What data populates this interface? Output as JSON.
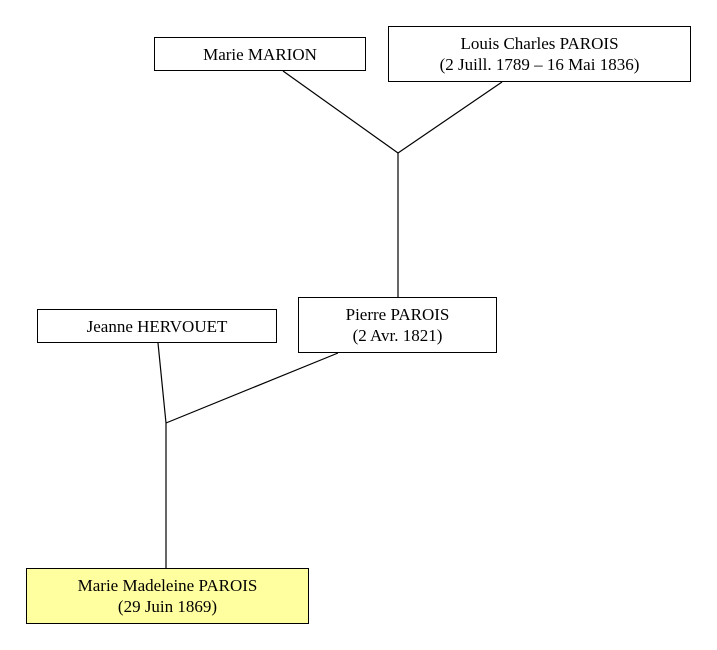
{
  "people": {
    "marie_marion": {
      "name": "Marie MARION",
      "dates": ""
    },
    "louis_charles": {
      "name": "Louis Charles PAROIS",
      "dates": "(2 Juill. 1789 – 16 Mai 1836)"
    },
    "pierre": {
      "name": "Pierre PAROIS",
      "dates": "(2 Avr. 1821)"
    },
    "jeanne": {
      "name": "Jeanne HERVOUET",
      "dates": ""
    },
    "marie_madeleine": {
      "name": "Marie Madeleine PAROIS",
      "dates": "(29 Juin 1869)"
    }
  },
  "colors": {
    "highlight_fill": "#ffffa0",
    "box_border": "#000000",
    "line": "#000000"
  }
}
